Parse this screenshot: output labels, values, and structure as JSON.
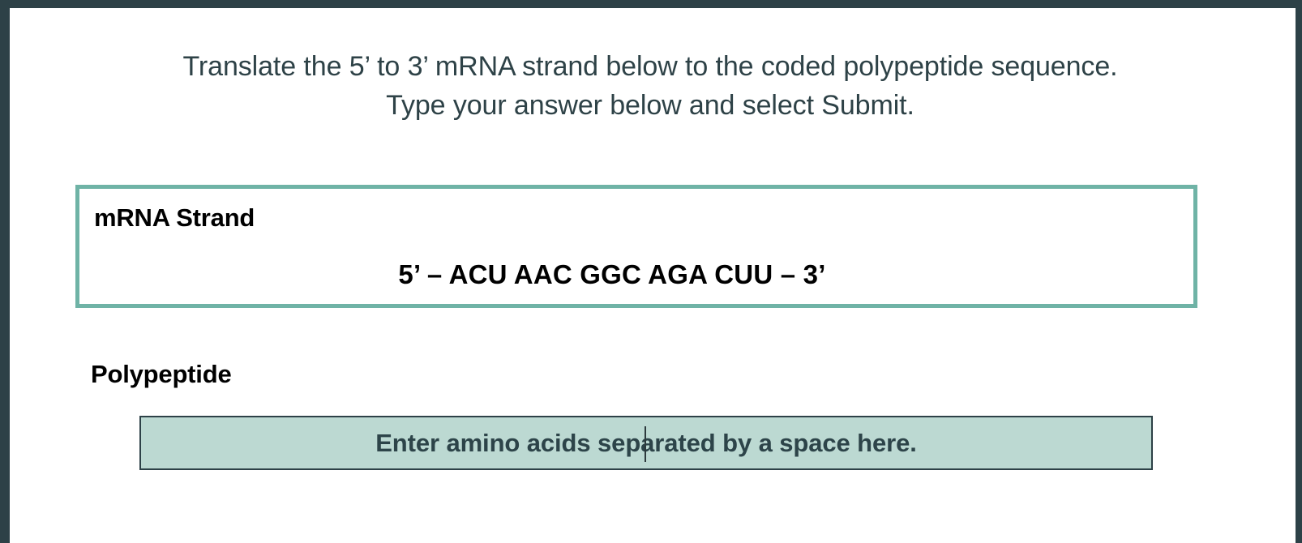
{
  "window": {
    "chrome_color": "#2d4147",
    "background": "#ffffff"
  },
  "instructions": {
    "line1": "Translate the 5’ to 3’ mRNA strand below to the coded polypeptide sequence.",
    "line2": "Type your answer below and select Submit."
  },
  "mrna_panel": {
    "title": "mRNA Strand",
    "sequence": "5’ – ACU AAC GGC AGA CUU – 3’",
    "border_color": "#6fb3a6"
  },
  "polypeptide": {
    "label": "Polypeptide",
    "input": {
      "value": "",
      "placeholder": "Enter amino acids separated by a space here.",
      "fill_color": "#bcd9d2",
      "border_color": "#2d4147",
      "text_color": "#2d4449",
      "caret_visible": true
    }
  }
}
